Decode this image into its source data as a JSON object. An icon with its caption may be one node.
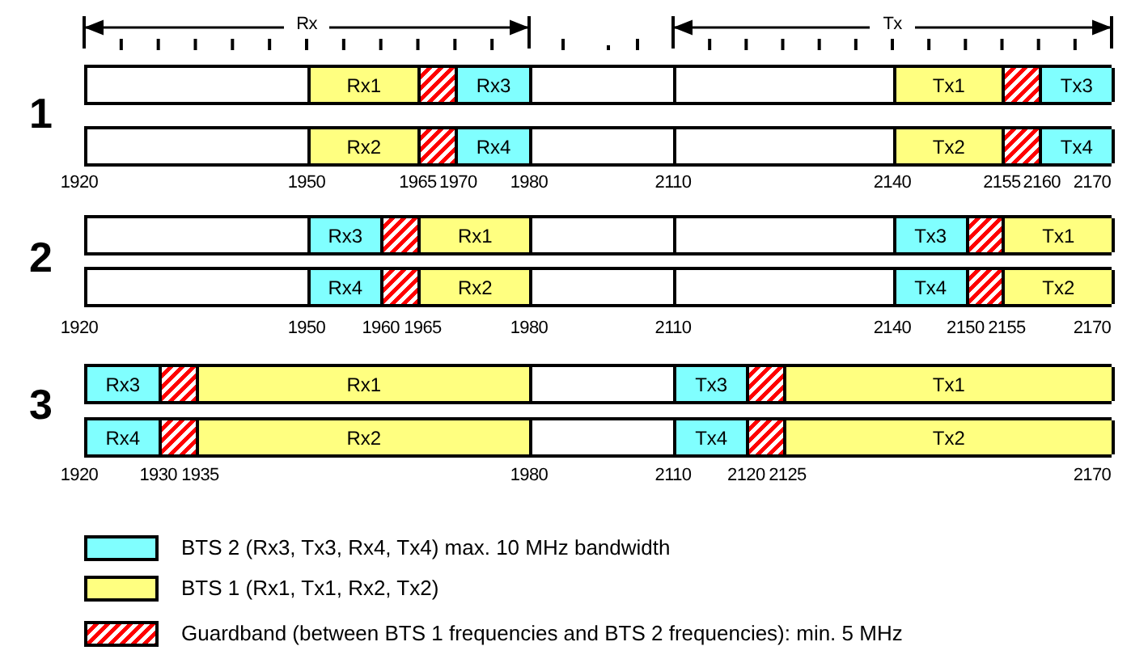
{
  "diagram": {
    "nodes": [
      {
        "text": [],
        "shape": "bar"
      },
      {
        "text": [
          "Rx1"
        ],
        "in": 0
      },
      {
        "text": [],
        "shape": "box",
        "in": 0
      },
      {
        "text": [
          "Rx3"
        ],
        "in": 0
      },
      {
        "text": [
          "Tx1"
        ],
        "in": 0
      },
      {
        "text": [],
        "shape": "box",
        "in": 0
      },
      {
        "text": [
          "Tx3"
        ],
        "in": 0
      },
      {
        "text": [],
        "shape": "bar"
      },
      {
        "text": [
          "Rx2"
        ],
        "in": 7
      },
      {
        "text": [],
        "shape": "box",
        "in": 7
      },
      {
        "text": [
          "Rx4"
        ],
        "in": 7
      },
      {
        "text": [
          "Tx2"
        ],
        "in": 7
      },
      {
        "text": [],
        "shape": "box",
        "in": 7
      },
      {
        "text": [
          "Tx4"
        ],
        "in": 7
      },
      {
        "text": [],
        "shape": "bar"
      },
      {
        "text": [
          "Rx3"
        ],
        "in": 14
      },
      {
        "text": [],
        "shape": "box",
        "in": 14
      },
      {
        "text": [
          "Rx1"
        ],
        "in": 14
      },
      {
        "text": [
          "Tx3"
        ],
        "in": 14
      },
      {
        "text": [],
        "shape": "box",
        "in": 14
      },
      {
        "text": [
          "Tx1"
        ],
        "in": 14
      },
      {
        "text": [],
        "shape": "bar"
      },
      {
        "text": [
          "Rx4"
        ],
        "in": 21
      },
      {
        "text": [],
        "shape": "box",
        "in": 21
      },
      {
        "text": [
          "Rx2"
        ],
        "in": 21
      },
      {
        "text": [
          "Tx4"
        ],
        "in": 21
      },
      {
        "text": [],
        "shape": "box",
        "in": 21
      },
      {
        "text": [
          "Tx2"
        ],
        "in": 21
      },
      {
        "text": [],
        "shape": "bar"
      },
      {
        "text": [
          "Rx3"
        ],
        "in": 28
      },
      {
        "text": [],
        "shape": "box",
        "in": 28
      },
      {
        "text": [
          "Rx1"
        ],
        "in": 28
      },
      {
        "text": [
          "Tx3"
        ],
        "in": 28
      },
      {
        "text": [],
        "shape": "box",
        "in": 28
      },
      {
        "text": [
          "Tx1"
        ],
        "in": 28
      },
      {
        "text": [],
        "shape": "bar"
      },
      {
        "text": [
          "Rx4"
        ],
        "in": 35
      },
      {
        "text": [],
        "shape": "box",
        "in": 35
      },
      {
        "text": [
          "Rx2"
        ],
        "in": 35
      },
      {
        "text": [
          "Tx4"
        ],
        "in": 35
      },
      {
        "text": [],
        "shape": "box",
        "in": 35
      },
      {
        "text": [
          "Tx2"
        ],
        "in": 35
      }
    ],
    "labels": [
      "Rx",
      "Tx",
      "1",
      "1920",
      "1950",
      "1965",
      "1970",
      "1980",
      "2110",
      "2140",
      "2155",
      "2160",
      "2170",
      "2",
      "1920",
      "1950",
      "1960",
      "1965",
      "1980",
      "2110",
      "2140",
      "2150",
      "2155",
      "2170",
      "3",
      "1920",
      "1930",
      "1935",
      "1980",
      "2110",
      "2120",
      "2125",
      "2170"
    ],
    "legend": [
      {
        "text": "BTS 2 (Rx3, Tx3, Rx4, Tx4) max. 10 MHz bandwidth",
        "color": "#80ffff"
      },
      {
        "text": "BTS 1 (Rx1, Tx1, Rx2, Tx2)",
        "color": "#ffff80"
      },
      {
        "text": "Guardband (between BTS 1 frequencies and BTS 2 frequencies): min. 5 MHz"
      }
    ]
  }
}
